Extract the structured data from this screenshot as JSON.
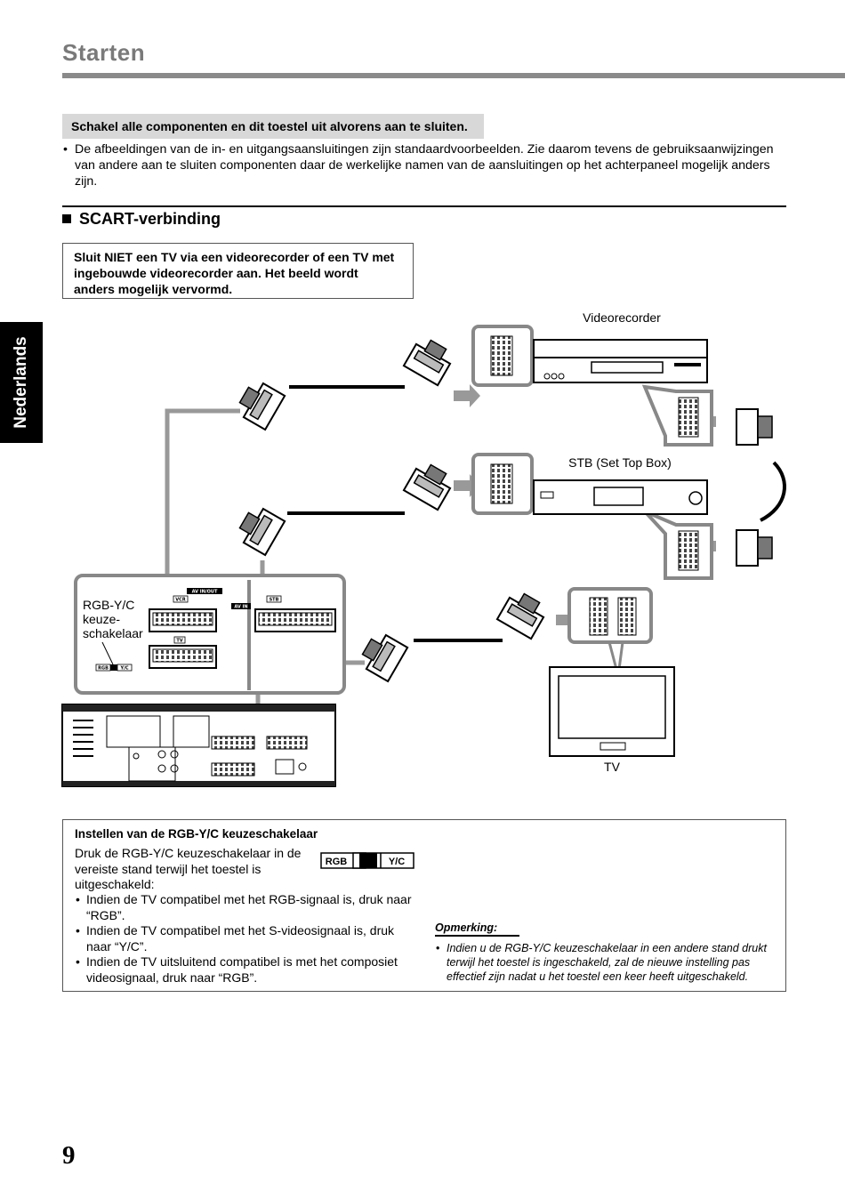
{
  "header": {
    "title": "Starten"
  },
  "side_tab": {
    "label": "Nederlands"
  },
  "warning": {
    "text": "Schakel alle componenten en dit toestel uit alvorens aan te sluiten."
  },
  "intro": {
    "bullets": [
      "De afbeeldingen van de in- en uitgangsaansluitingen zijn standaardvoorbeelden. Zie daarom tevens de gebruiksaanwijzingen van andere aan te sluiten componenten daar de werkelijke namen van de aansluitingen op het achterpaneel mogelijk anders zijn."
    ]
  },
  "section": {
    "title": "SCART-verbinding"
  },
  "caution": {
    "text": "Sluit NIET een TV via een videorecorder of een TV met ingebouwde videorecorder aan. Het beeld wordt anders mogelijk vervormd."
  },
  "diagram": {
    "videorecorder_label": "Videorecorder",
    "stb_label": "STB (Set Top Box)",
    "tv_label": "TV",
    "switch_label_lines": [
      "RGB-Y/C",
      "keuze-",
      "schakelaar"
    ],
    "panel_labels": {
      "av_inout": "AV   IN/OUT",
      "vcr": "VCR",
      "stb": "STB",
      "av_in": "AV   IN",
      "tv": "TV",
      "rgb": "RGB",
      "yc": "Y/C"
    }
  },
  "setup": {
    "title": "Instellen van de RGB-Y/C keuzeschakelaar",
    "intro": "Druk de RGB-Y/C keuzeschakelaar in de vereiste stand terwijl het toestel is uitgeschakeld:",
    "bullets": [
      "Indien de TV compatibel met het RGB-signaal is, druk naar “RGB”.",
      "Indien de TV compatibel met het S-videosignaal is, druk naar “Y/C”.",
      "Indien de TV uitsluitend compatibel is met het composiet videosignaal, druk naar “RGB”."
    ],
    "switch": {
      "left": "RGB",
      "right": "Y/C"
    }
  },
  "remark": {
    "title": "Opmerking:",
    "bullets": [
      "Indien u de RGB-Y/C keuzeschakelaar in een andere stand drukt terwijl het toestel is ingeschakeld, zal de nieuwe instelling pas effectief zijn nadat u het toestel een keer heeft uitgeschakeld."
    ]
  },
  "page_number": "9"
}
